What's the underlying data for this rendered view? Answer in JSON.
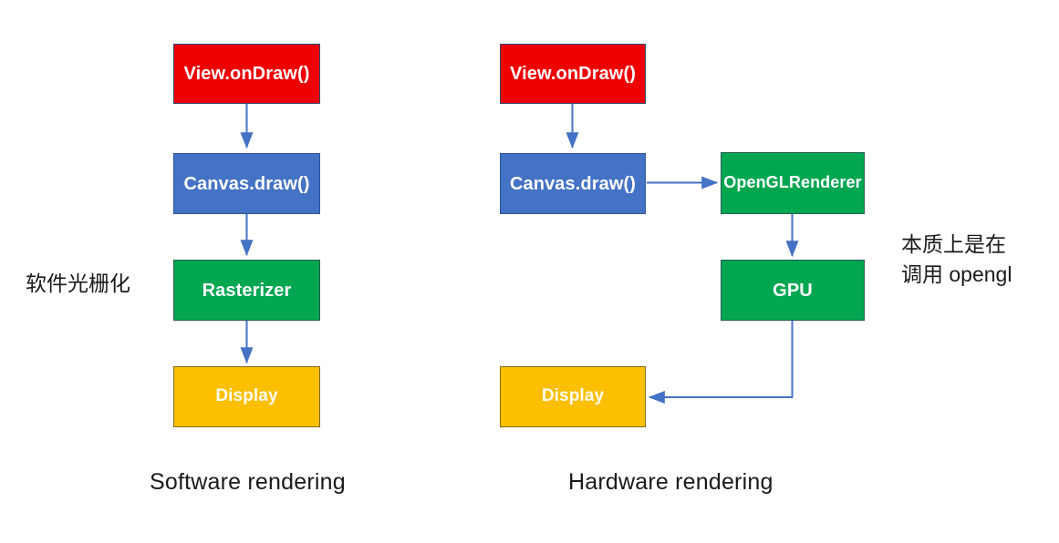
{
  "diagram": {
    "title_absent": true,
    "background_color": "#ffffff",
    "palette": {
      "red": "#ef0000",
      "blue": "#4472c4",
      "green": "#00a650",
      "yellow": "#fcbf02",
      "arrow": "#4472c4",
      "text_dark": "#1a1a1a",
      "node_text": "#ffffff"
    },
    "columns": [
      {
        "id": "software",
        "caption": "Software rendering",
        "annotation": "软件光栅化",
        "nodes": [
          {
            "id": "sw-view-ondraw",
            "label": "View.onDraw()",
            "color": "red"
          },
          {
            "id": "sw-canvas-draw",
            "label": "Canvas.draw()",
            "color": "blue"
          },
          {
            "id": "sw-rasterizer",
            "label": "Rasterizer",
            "color": "green"
          },
          {
            "id": "sw-display",
            "label": "Display",
            "color": "yellow"
          }
        ],
        "edges": [
          {
            "from": "sw-view-ondraw",
            "to": "sw-canvas-draw"
          },
          {
            "from": "sw-canvas-draw",
            "to": "sw-rasterizer"
          },
          {
            "from": "sw-rasterizer",
            "to": "sw-display"
          }
        ]
      },
      {
        "id": "hardware",
        "caption": "Hardware rendering",
        "annotation": "本质上是在\n调用 opengl",
        "nodes": [
          {
            "id": "hw-view-ondraw",
            "label": "View.onDraw()",
            "color": "red"
          },
          {
            "id": "hw-canvas-draw",
            "label": "Canvas.draw()",
            "color": "blue"
          },
          {
            "id": "hw-opengl-renderer",
            "label": "OpenGLRenderer",
            "color": "green"
          },
          {
            "id": "hw-gpu",
            "label": "GPU",
            "color": "green"
          },
          {
            "id": "hw-display",
            "label": "Display",
            "color": "yellow"
          }
        ],
        "edges": [
          {
            "from": "hw-view-ondraw",
            "to": "hw-canvas-draw"
          },
          {
            "from": "hw-canvas-draw",
            "to": "hw-opengl-renderer"
          },
          {
            "from": "hw-opengl-renderer",
            "to": "hw-gpu"
          },
          {
            "from": "hw-gpu",
            "to": "hw-display"
          }
        ]
      }
    ]
  }
}
